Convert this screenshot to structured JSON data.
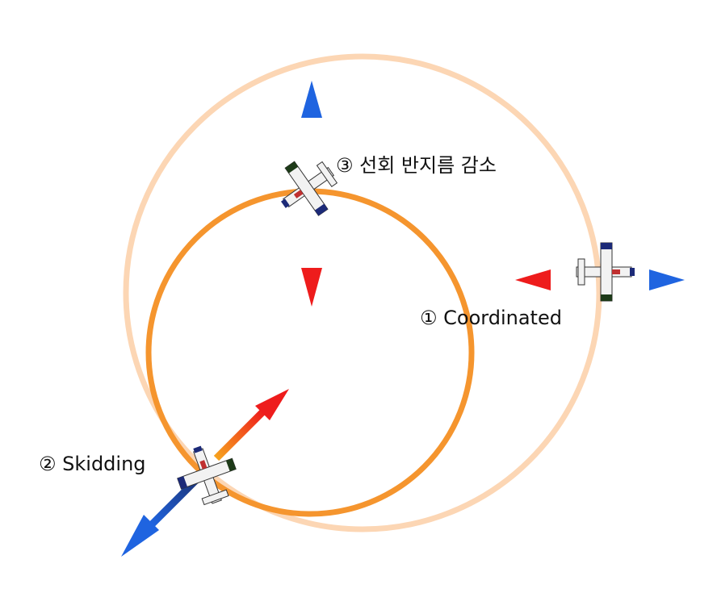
{
  "colors": {
    "outer_circle": "#fcd6b4",
    "inner_circle": "#f5952e",
    "arrow_red": "#ee2a1e",
    "arrow_orange": "#f6a31e",
    "arrow_blue": "#1f5fd6",
    "arrow_navy": "#1b2f6e",
    "plane_body": "#f2f2f2",
    "plane_dark": "#1d3a18",
    "plane_navy": "#1c2a78"
  },
  "labels": {
    "coordinated": "① Coordinated",
    "skidding": "② Skidding",
    "radius_decrease": "③ 선회 반지름 감소"
  },
  "icons": [
    "airplane-icon",
    "airplane-icon",
    "airplane-icon"
  ]
}
